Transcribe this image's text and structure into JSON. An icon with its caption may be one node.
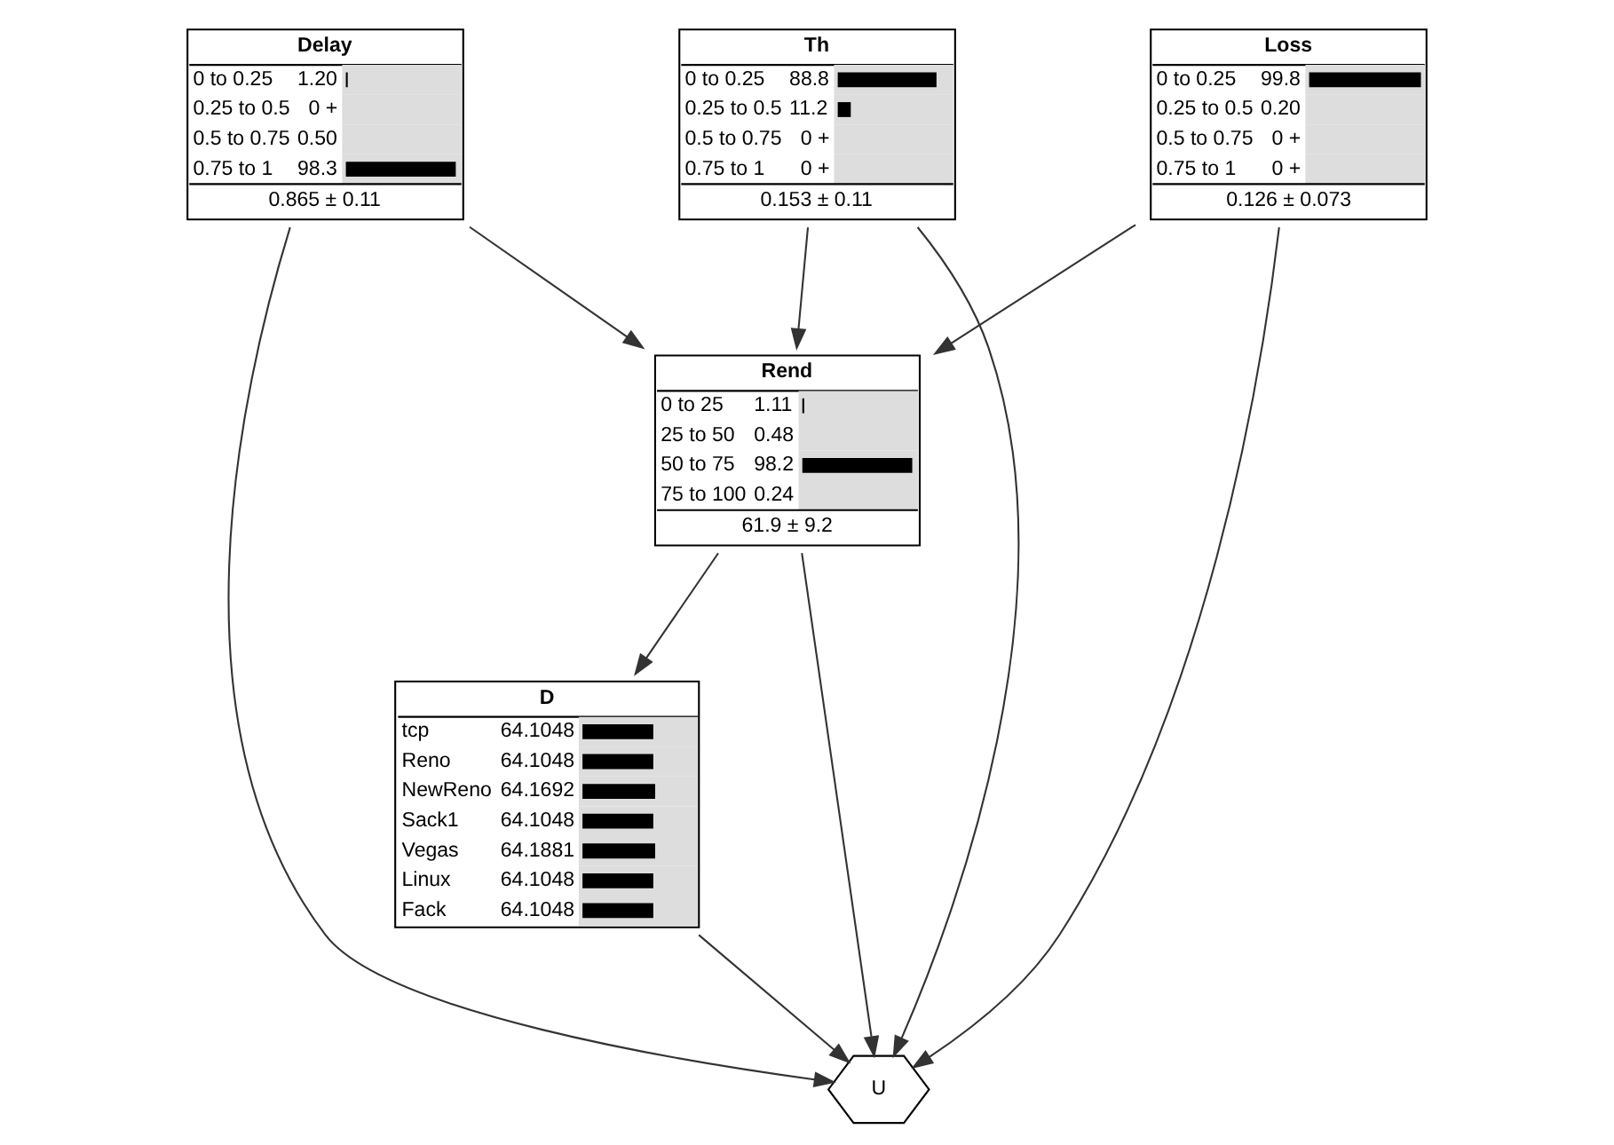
{
  "diagram": {
    "nodes": [
      {
        "text": [
          "Delay",
          "0 to 0.25",
          "1.20",
          "0.25 to 0.5",
          "0 +",
          "0.5 to 0.75",
          "0.50",
          "0.75 to 1",
          "98.3",
          "0.865 ± 0.11"
        ]
      },
      {
        "text": [
          "Th",
          "0 to 0.25",
          "88.8",
          "0.25 to 0.5",
          "11.2",
          "0.5 to 0.75",
          "0 +",
          "0.75 to 1",
          "0 +",
          "0.153 ± 0.11"
        ]
      },
      {
        "text": [
          "Loss",
          "0 to 0.25",
          "99.8",
          "0.25 to 0.5",
          "0.20",
          "0.5 to 0.75",
          "0 +",
          "0.75 to 1",
          "0 +",
          "0.126 ± 0.073"
        ]
      },
      {
        "text": [
          "Rend",
          "0 to 25",
          "1.11",
          "25 to 50",
          "0.48",
          "50 to 75",
          "98.2",
          "75 to 100",
          "0.24",
          "61.9 ± 9.2"
        ]
      },
      {
        "text": [
          "D",
          "tcp",
          "64.1048",
          "Reno",
          "64.1048",
          "NewReno",
          "64.1692",
          "Sack1",
          "64.1048",
          "Vegas",
          "64.1881",
          "Linux",
          "64.1048",
          "Fack",
          "64.1048"
        ]
      },
      {
        "text": [
          "U"
        ]
      }
    ],
    "edges": [
      {
        "from": 0,
        "to": 3,
        "arrow": "to"
      },
      {
        "from": 0,
        "to": 5,
        "arrow": "to"
      },
      {
        "from": 1,
        "to": 3,
        "arrow": "to"
      },
      {
        "from": 1,
        "to": 5,
        "arrow": "to"
      },
      {
        "from": 2,
        "to": 3,
        "arrow": "to"
      },
      {
        "from": 2,
        "to": 5,
        "arrow": "to"
      },
      {
        "from": 3,
        "to": 4,
        "arrow": "to"
      },
      {
        "from": 3,
        "to": 5,
        "arrow": "to"
      },
      {
        "from": 4,
        "to": 5,
        "arrow": "to"
      }
    ]
  }
}
